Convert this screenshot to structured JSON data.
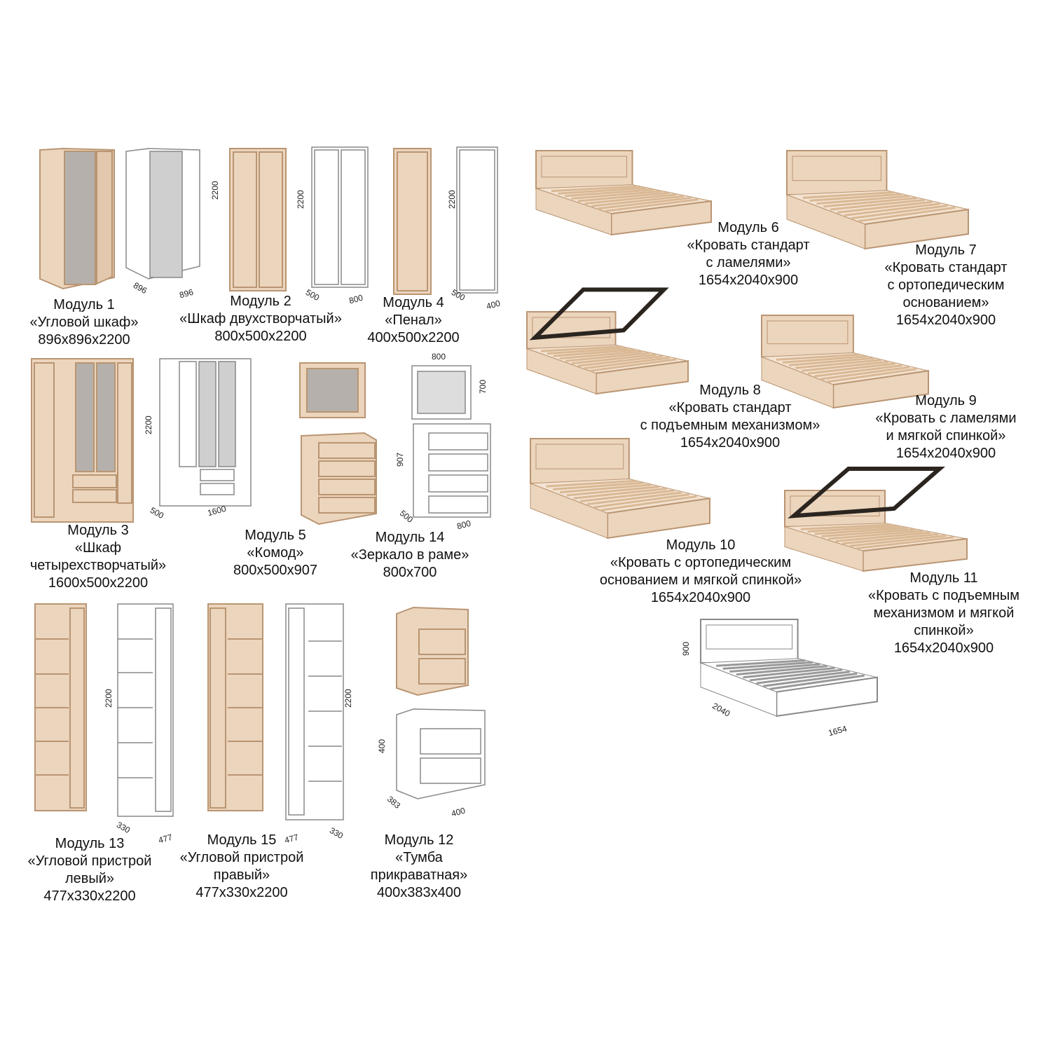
{
  "modules": [
    {
      "id": "m1",
      "lines": [
        "Модуль 1",
        "«Угловой шкаф»",
        "896x896x2200"
      ],
      "dims": [
        "2200",
        "896",
        "896"
      ]
    },
    {
      "id": "m2",
      "lines": [
        "Модуль 2",
        "«Шкаф двухстворчатый»",
        "800x500x2200"
      ],
      "dims": [
        "2200",
        "500",
        "800"
      ]
    },
    {
      "id": "m4",
      "lines": [
        "Модуль 4",
        "«Пенал»",
        "400x500x2200"
      ],
      "dims": [
        "2200",
        "500",
        "400"
      ]
    },
    {
      "id": "m3",
      "lines": [
        "Модуль 3",
        "«Шкаф",
        "четырехстворчатый»",
        "1600x500x2200"
      ],
      "dims": [
        "2200",
        "500",
        "1600"
      ]
    },
    {
      "id": "m5",
      "lines": [
        "Модуль 5",
        "«Комод»",
        "800x500x907"
      ]
    },
    {
      "id": "m14",
      "lines": [
        "Модуль 14",
        "«Зеркало в раме»",
        "800x700"
      ],
      "dims": [
        "800",
        "700",
        "907",
        "500",
        "800"
      ]
    },
    {
      "id": "m13",
      "lines": [
        "Модуль 13",
        "«Угловой пристрой",
        "левый»",
        "477x330x2200"
      ],
      "dims": [
        "2200",
        "330",
        "477"
      ]
    },
    {
      "id": "m15",
      "lines": [
        "Модуль 15",
        "«Угловой пристрой",
        "правый»",
        "477x330x2200"
      ],
      "dims": [
        "2200",
        "477",
        "330"
      ]
    },
    {
      "id": "m12",
      "lines": [
        "Модуль 12",
        "«Тумба",
        "прикраватная»",
        "400x383x400"
      ],
      "dims": [
        "400",
        "383",
        "400"
      ]
    },
    {
      "id": "m6",
      "lines": [
        "Модуль 6",
        "«Кровать стандарт",
        "с ламелями»",
        "1654x2040x900"
      ]
    },
    {
      "id": "m7",
      "lines": [
        "Модуль 7",
        "«Кровать стандарт",
        "с ортопедическим",
        "основанием»",
        "1654x2040x900"
      ]
    },
    {
      "id": "m8",
      "lines": [
        "Модуль 8",
        "«Кровать стандарт",
        "с подъемным механизмом»",
        "1654x2040x900"
      ]
    },
    {
      "id": "m9",
      "lines": [
        "Модуль 9",
        "«Кровать с ламелями",
        "и мягкой спинкой»",
        "1654x2040x900"
      ]
    },
    {
      "id": "m10",
      "lines": [
        "Модуль 10",
        "«Кровать с ортопедическим",
        "основанием и мягкой спинкой»",
        "1654x2040x900"
      ]
    },
    {
      "id": "m11",
      "lines": [
        "Модуль 11",
        "«Кровать с подъемным",
        "механизмом и мягкой",
        "спинкой»",
        "1654x2040x900"
      ]
    }
  ],
  "bed_drawing_dims": [
    "900",
    "2040",
    "1654"
  ],
  "colors": {
    "wood": "#ecd5bd",
    "wood_edge": "#b99572",
    "line": "#777777",
    "mirror": "#a9a9a9",
    "lift": "#2b2520"
  }
}
